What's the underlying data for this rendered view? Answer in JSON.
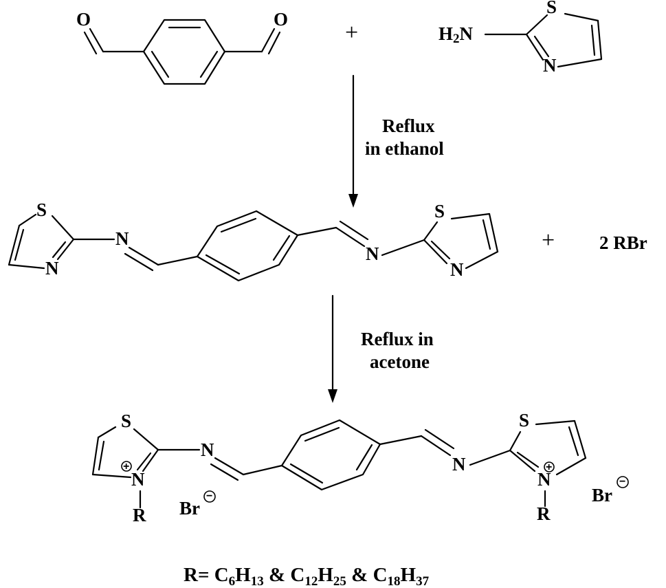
{
  "reactants": {
    "aldehyde_o_left": "O",
    "aldehyde_o_right": "O",
    "plus_1": "+",
    "amine_h2n_main": "H",
    "amine_h2n_sub": "2",
    "amine_h2n_n": "N",
    "aminothiazole_s": "S",
    "aminothiazole_n": "N"
  },
  "step1": {
    "line1": "Reflux",
    "line2": "in ethanol"
  },
  "intermediate": {
    "left_thiazole_s": "S",
    "left_thiazole_n": "N",
    "left_imine_n": "N",
    "right_imine_n": "N",
    "right_thiazole_s": "S",
    "right_thiazole_n": "N",
    "plus_2": "+",
    "reagent": "2 RBr"
  },
  "step2": {
    "line1": "Reflux in",
    "line2": "acetone"
  },
  "product": {
    "left_thiazole_s": "S",
    "left_thiazolium_n": "N",
    "left_plus_charge": "+",
    "left_r": "R",
    "left_counterion": "Br",
    "left_minus_charge": "−",
    "left_imine_n": "N",
    "right_imine_n": "N",
    "right_thiazole_s": "S",
    "right_thiazolium_n": "N",
    "right_plus_charge": "+",
    "right_r": "R",
    "right_counterion": "Br",
    "right_minus_charge": "−"
  },
  "r_definition": {
    "prefix": "R= C",
    "c6": "6",
    "h13_h": "H",
    "h13": "13",
    "amp1": "  & C",
    "c12": "12",
    "h25_h": "H",
    "h25": "25",
    "amp2": " &  C",
    "c18": "18",
    "h37_h": "H",
    "h37": "37"
  }
}
